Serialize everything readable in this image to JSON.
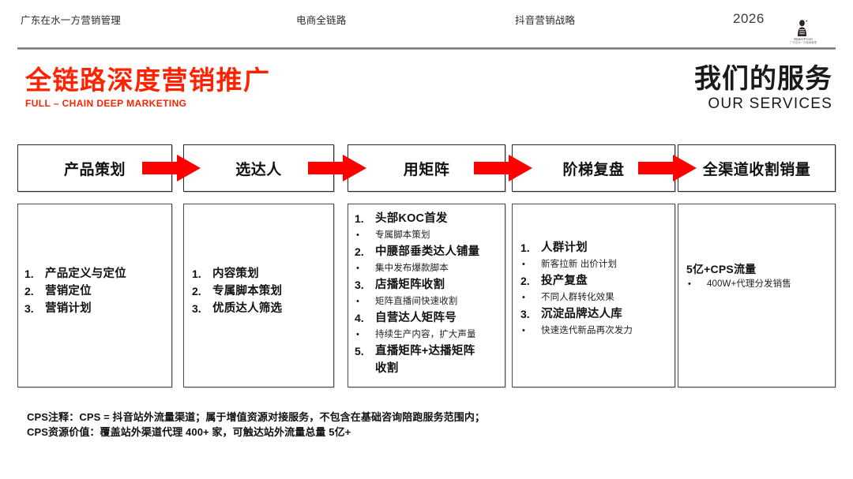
{
  "header": {
    "items": [
      "广东在水一方营销管理",
      "电商全链路",
      "抖音营销战略",
      "2026"
    ],
    "logo": {
      "name": "waterfront-logo",
      "line1": "WaterFront",
      "line2": "广东在水一方营销管理"
    }
  },
  "title": {
    "left_cn": "全链路深度营销推广",
    "left_en": "FULL – CHAIN DEEP MARKETING",
    "right_cn": "我们的服务",
    "right_en": "OUR SERVICES"
  },
  "colors": {
    "accent": "#ff2200",
    "arrow": "#ff0000",
    "text": "#111111",
    "rule": "#6d6d6d"
  },
  "columns": [
    {
      "head": "产品策划",
      "items": [
        {
          "type": "num",
          "num": "1.",
          "text": "产品定义与定位"
        },
        {
          "type": "num",
          "num": "2.",
          "text": "营销定位"
        },
        {
          "type": "num",
          "num": "3.",
          "text": "营销计划"
        }
      ]
    },
    {
      "head": "选达人",
      "items": [
        {
          "type": "num",
          "num": "1.",
          "text": "内容策划"
        },
        {
          "type": "num",
          "num": "2.",
          "text": "专属脚本策划"
        },
        {
          "type": "num",
          "num": "3.",
          "text": "优质达人筛选"
        }
      ]
    },
    {
      "head": "用矩阵",
      "items": [
        {
          "type": "num",
          "num": "1.",
          "text": "头部KOC首发"
        },
        {
          "type": "sub",
          "dot": "•",
          "text": "专属脚本策划"
        },
        {
          "type": "num",
          "num": "2.",
          "text": "中腰部垂类达人铺量"
        },
        {
          "type": "sub",
          "dot": "•",
          "text": "集中发布爆款脚本"
        },
        {
          "type": "num",
          "num": "3.",
          "text": "店播矩阵收割"
        },
        {
          "type": "sub",
          "dot": "•",
          "text": "矩阵直播间快速收割"
        },
        {
          "type": "num",
          "num": "4.",
          "text": "自营达人矩阵号"
        },
        {
          "type": "sub",
          "dot": "•",
          "text": "持续生产内容，扩大声量"
        },
        {
          "type": "num",
          "num": "5.",
          "text": "直播矩阵+达播矩阵"
        },
        {
          "type": "cont",
          "text": "收割"
        }
      ]
    },
    {
      "head": "阶梯复盘",
      "items": [
        {
          "type": "num",
          "num": "1.",
          "text": "人群计划"
        },
        {
          "type": "sub",
          "dot": "•",
          "text": "新客拉新 出价计划"
        },
        {
          "type": "num",
          "num": "2.",
          "text": "投产复盘"
        },
        {
          "type": "sub",
          "dot": "•",
          "text": "不同人群转化效果"
        },
        {
          "type": "num",
          "num": "3.",
          "text": "沉淀品牌达人库"
        },
        {
          "type": "sub",
          "dot": "•",
          "text": "快速迭代新品再次发力"
        }
      ]
    },
    {
      "head": "全渠道收割销量",
      "items": [
        {
          "type": "plain",
          "text": "5亿+CPS流量"
        },
        {
          "type": "sub",
          "dot": "•",
          "text": "400W+代理分发销售"
        }
      ]
    }
  ],
  "arrows": [
    {
      "name": "flow-arrow-1"
    },
    {
      "name": "flow-arrow-2"
    },
    {
      "name": "flow-arrow-3"
    },
    {
      "name": "flow-arrow-4"
    }
  ],
  "footer": {
    "line1": "CPS注释：CPS = 抖音站外流量渠道；属于增值资源对接服务，不包含在基础咨询陪跑服务范围内；",
    "line2": "CPS资源价值：覆盖站外渠道代理 400+ 家，可触达站外流量总量 5亿+"
  }
}
